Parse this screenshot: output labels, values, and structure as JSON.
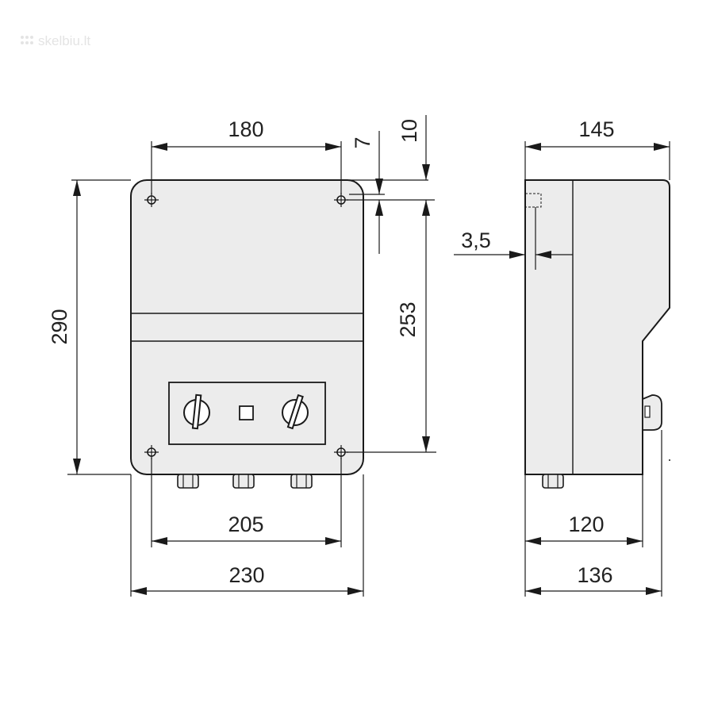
{
  "watermark": "skelbiu.lt",
  "dimensions": {
    "top_width": "180",
    "top_right_7": "7",
    "top_right_10": "10",
    "height_290": "290",
    "height_253": "253",
    "bottom_205": "205",
    "bottom_230": "230",
    "side_145": "145",
    "side_3_5": "3,5",
    "side_120": "120",
    "side_136": "136"
  },
  "colors": {
    "line": "#1a1a1a",
    "body_fill": "#ececec"
  }
}
